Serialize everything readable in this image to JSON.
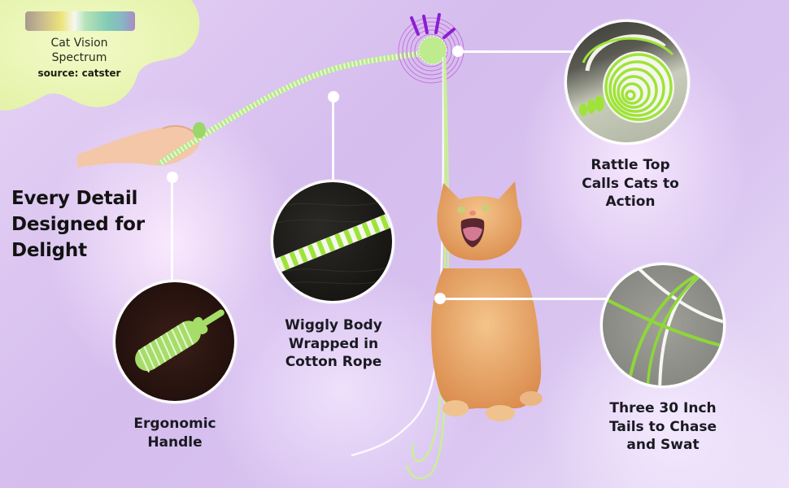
{
  "spectrum": {
    "title": "Cat Vision Spectrum",
    "title_line1": "Cat Vision",
    "title_line2": "Spectrum",
    "source": "source: catster",
    "colors": [
      "#a89a8c",
      "#ece47a",
      "#f7f7f2",
      "#82cbb5",
      "#a98bc4"
    ]
  },
  "headline": {
    "line1": "Every Detail",
    "line2": "Designed for",
    "line3": "Delight"
  },
  "features": [
    {
      "id": "handle",
      "line1": "Ergonomic",
      "line2": "Handle"
    },
    {
      "id": "body",
      "line1": "Wiggly Body",
      "line2": "Wrapped in",
      "line3": "Cotton Rope"
    },
    {
      "id": "rattle",
      "line1": "Rattle Top",
      "line2": "Calls Cats to",
      "line3": "Action"
    },
    {
      "id": "tails",
      "line1": "Three 30 Inch",
      "line2": "Tails to Chase",
      "line3": "and Swat"
    }
  ],
  "colors": {
    "toy_green": "#9be04a",
    "accent_purple": "#8a1fd1",
    "background": "#d9c4f0"
  }
}
